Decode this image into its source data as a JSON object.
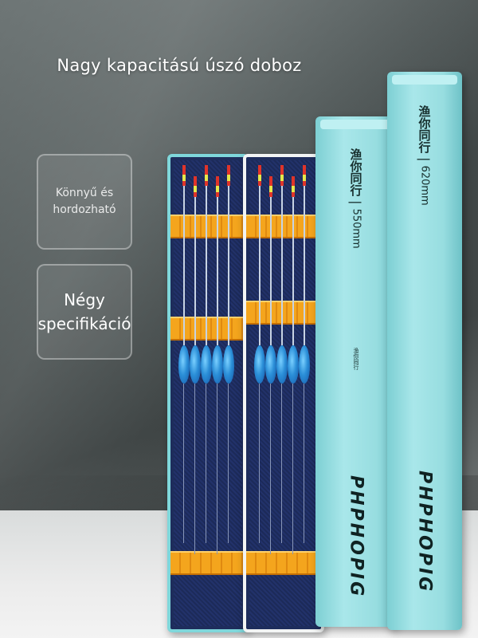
{
  "heading": "Nagy kapacitású úszó doboz",
  "features": [
    {
      "label": "Könnyű és hordozható"
    },
    {
      "label": "Négy specifikáció"
    }
  ],
  "boxes": [
    {
      "size": "550mm",
      "brand_cn": "渔你同行",
      "brand_en": "PHPHOPIG",
      "logo_text": "渔你同行"
    },
    {
      "size": "620mm",
      "brand_cn": "渔你同行",
      "brand_en": "PHPHOPIG"
    }
  ],
  "colors": {
    "case_teal": "#7fd7db",
    "case_lining": "#1e2d5c",
    "strap_orange": "#f4a51d",
    "float_blue": "#2b8fd8",
    "float_tip": "#e0342a"
  }
}
